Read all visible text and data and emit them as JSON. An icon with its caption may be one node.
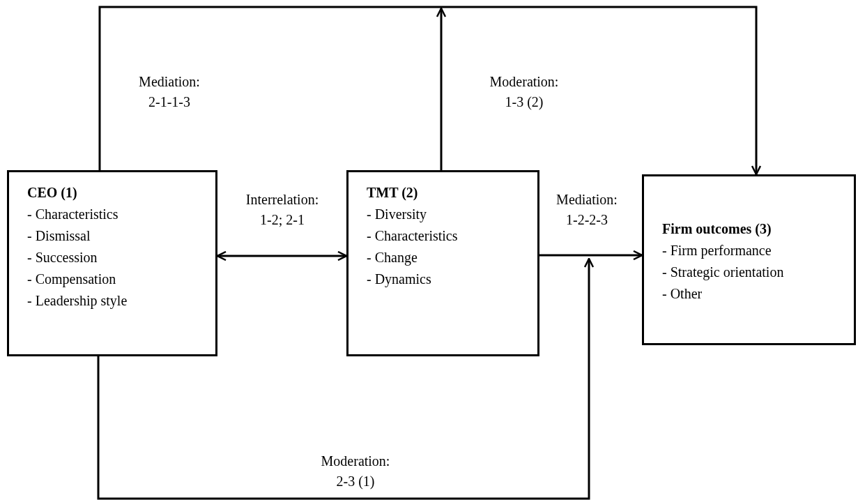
{
  "diagram": {
    "nodes": [
      {
        "text": [
          "CEO (1)",
          "- Characteristics",
          "- Dismissal",
          "- Succession",
          "- Compensation",
          "- Leadership style"
        ]
      },
      {
        "text": [
          "TMT (2)",
          "- Diversity",
          "- Characteristics",
          "- Change",
          "- Dynamics"
        ]
      },
      {
        "text": [
          "Firm outcomes (3)",
          "- Firm performance",
          "- Strategic orientation",
          "- Other"
        ]
      }
    ],
    "edges": [
      {
        "from": 0,
        "to": 1,
        "arrow": "both",
        "label": "Interrelation: 1-2; 2-1"
      },
      {
        "from": 1,
        "to": 2,
        "arrow": "to",
        "label": "Mediation: 1-2-2-3"
      },
      {
        "from": 0,
        "to": 2,
        "arrow": "to",
        "label": "Mediation: 2-1-1-3"
      },
      {
        "from": 1,
        "to": null,
        "arrow": "to",
        "label": "Moderation: 1-3 (2)"
      },
      {
        "from": 0,
        "to": null,
        "arrow": "to",
        "label": "Moderation: 2-3 (1)"
      }
    ]
  }
}
